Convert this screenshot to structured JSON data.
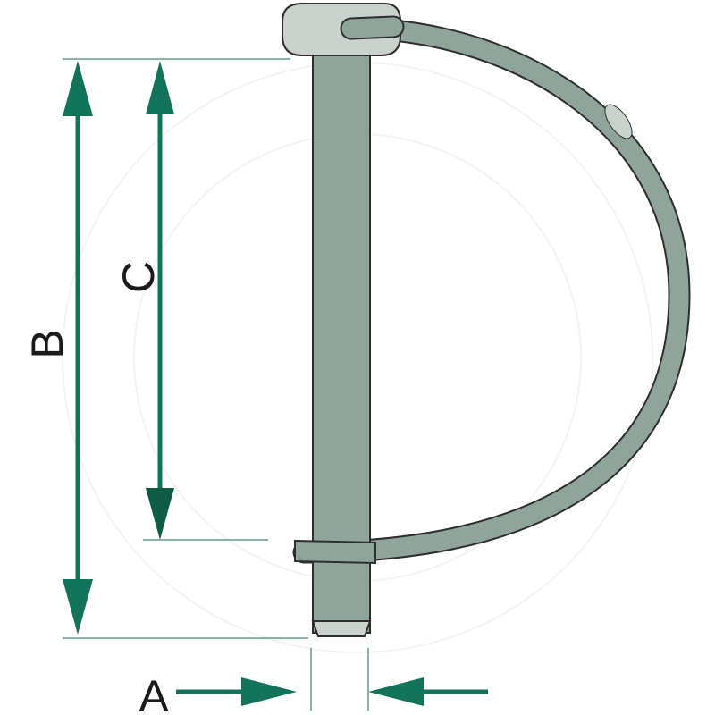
{
  "labels": {
    "a": "A",
    "b": "B",
    "c": "C"
  },
  "colors": {
    "arrow": "#137358",
    "arrow_dark": "#0f5c45",
    "metal": "#8fa59c",
    "metal_light": "#c9d2cd",
    "outline": "#2e2e2e",
    "extension_line": "#1a6b52"
  }
}
